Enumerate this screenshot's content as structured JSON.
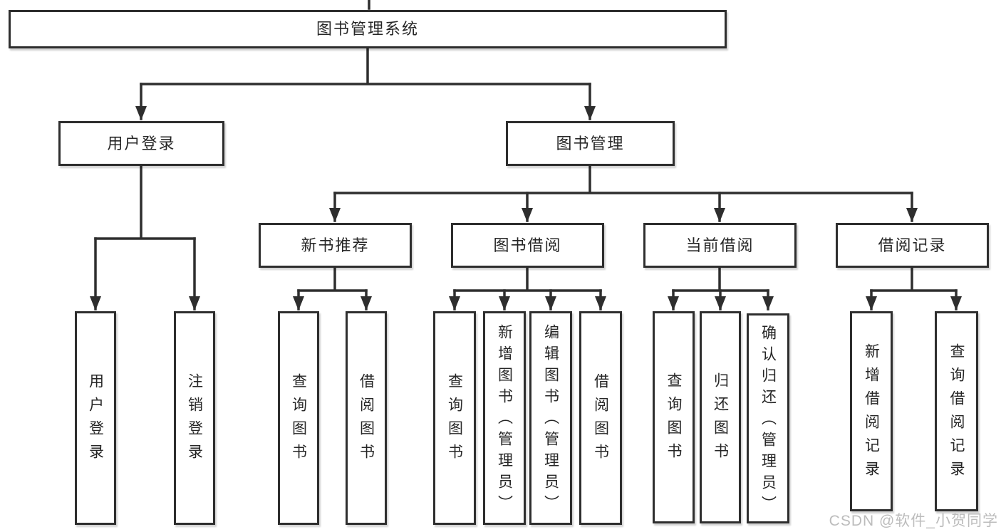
{
  "tree": {
    "label": "图书管理系统",
    "children": [
      {
        "label": "用户登录",
        "children": [
          {
            "label": "用户登录"
          },
          {
            "label": "注销登录"
          }
        ]
      },
      {
        "label": "图书管理",
        "children": [
          {
            "label": "新书推荐",
            "children": [
              {
                "label": "查询图书"
              },
              {
                "label": "借阅图书"
              }
            ]
          },
          {
            "label": "图书借阅",
            "children": [
              {
                "label": "查询图书"
              },
              {
                "label": "新增图书（管理员）"
              },
              {
                "label": "编辑图书（管理员）"
              },
              {
                "label": "借阅图书"
              }
            ]
          },
          {
            "label": "当前借阅",
            "children": [
              {
                "label": "查询图书"
              },
              {
                "label": "归还图书"
              },
              {
                "label": "确认归还（管理员）"
              }
            ]
          },
          {
            "label": "借阅记录",
            "children": [
              {
                "label": "新增借阅记录"
              },
              {
                "label": "查询借阅记录"
              }
            ]
          }
        ]
      }
    ]
  },
  "watermark": {
    "text": "CSDN @软件_小贺同学"
  },
  "colors": {
    "line": "#2e2e2e",
    "box_border": "#2e2e2e",
    "box_fill": "#ffffff",
    "text": "#262626",
    "background": "#ffffff",
    "watermark": "#bcbcbc"
  }
}
